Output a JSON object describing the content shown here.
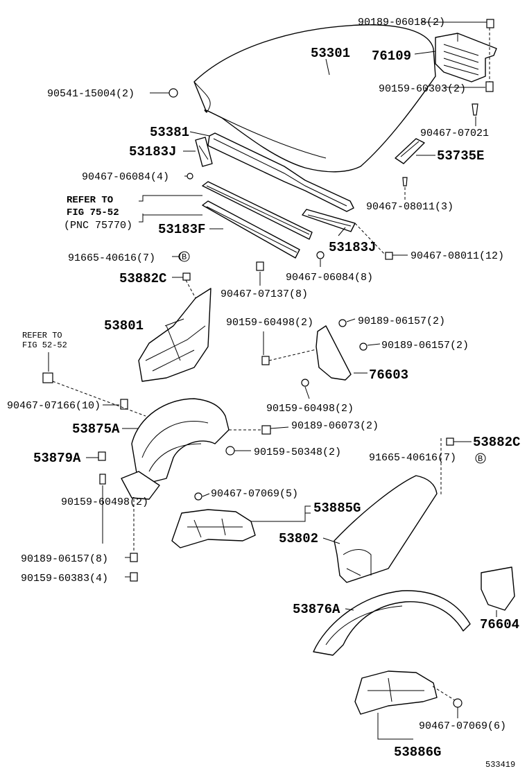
{
  "labels": {
    "p90189_06018": "90189-06018(2)",
    "p53301": "53301",
    "p76109": "76109",
    "p90541_15004": "90541-15004(2)",
    "p90159_60303": "90159-60303(2)",
    "p90467_07021": "90467-07021",
    "p53381": "53381",
    "p53183J_top": "53183J",
    "p53735E": "53735E",
    "p90467_06084_4": "90467-06084(4)",
    "ref_to_1": "REFER TO",
    "ref_fig_1": "FIG 75-52",
    "ref_pnc": "(PNC 75770)",
    "p53183F": "53183F",
    "p90467_08011_3": "90467-08011(3)",
    "p53183J_right": "53183J",
    "p90467_08011_12": "90467-08011(12)",
    "p91665_40616_top": "91665-40616(7)",
    "p53882C_left": "53882C",
    "p90467_06084_8": "90467-06084(8)",
    "p90467_07137": "90467-07137(8)",
    "p53801": "53801",
    "p90159_60498_top": "90159-60498(2)",
    "p90189_06157_a": "90189-06157(2)",
    "p90189_06157_b": "90189-06157(2)",
    "ref_to_2": "REFER TO",
    "ref_fig_2": "FIG 52-52",
    "p76603": "76603",
    "p90159_60498_mid": "90159-60498(2)",
    "p90467_07166": "90467-07166(10)",
    "p53875A": "53875A",
    "p90189_06073": "90189-06073(2)",
    "p90159_50348": "90159-50348(2)",
    "p53882C_right": "53882C",
    "p91665_40616_right": "91665-40616(7)",
    "p53879A": "53879A",
    "p90467_07069_5": "90467-07069(5)",
    "p53885G": "53885G",
    "p90159_60498_left": "90159-60498(2)",
    "p53802": "53802",
    "p90189_06157_8": "90189-06157(8)",
    "p90159_60383": "90159-60383(4)",
    "p53876A": "53876A",
    "p76604": "76604",
    "p90467_07069_6": "90467-07069(6)",
    "p53886G": "53886G",
    "catalog_id": "533419",
    "callout_b": "B"
  }
}
